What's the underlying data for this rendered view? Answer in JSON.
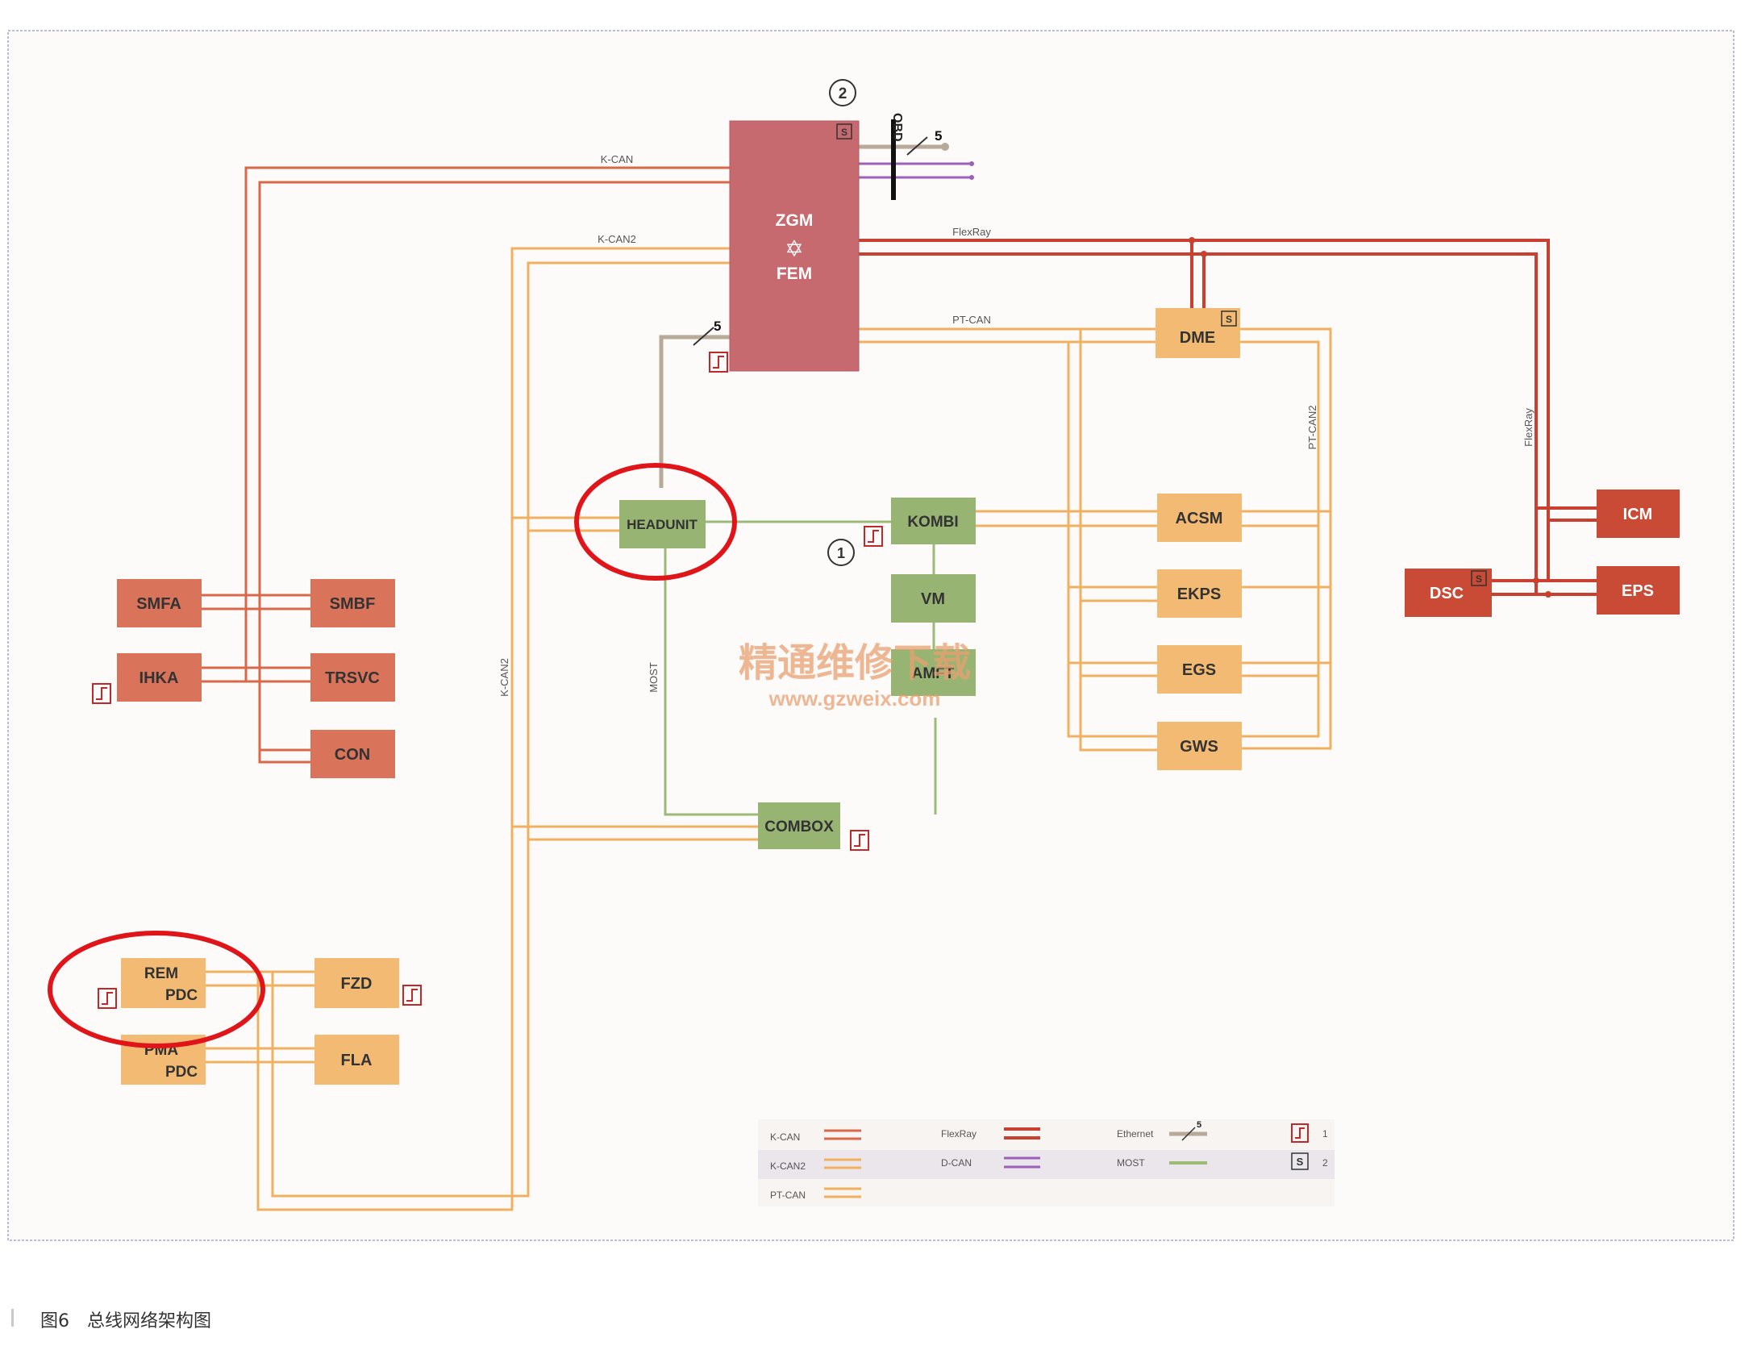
{
  "caption": {
    "figure": "图6",
    "title": "总线网络架构图"
  },
  "watermark": {
    "line1": "精通维修下载",
    "line2": "www.gzweix.com"
  },
  "modules": {
    "zgm": {
      "line1": "ZGM",
      "line2": "FEM"
    },
    "dme": "DME",
    "headunit": "HEADUNIT",
    "kombi": "KOMBI",
    "vm": "VM",
    "amft": "AMFT",
    "combox": "COMBOX",
    "acsm": "ACSM",
    "ekps": "EKPS",
    "egs": "EGS",
    "gws": "GWS",
    "icm": "ICM",
    "dsc": "DSC",
    "eps": "EPS",
    "smfa": "SMFA",
    "smbf": "SMBF",
    "ihka": "IHKA",
    "trsvc": "TRSVC",
    "con": "CON",
    "rem": {
      "line1": "REM",
      "line2": "PDC"
    },
    "pma": {
      "line1": "PMA",
      "line2": "PDC"
    },
    "fzd": "FZD",
    "fla": "FLA"
  },
  "bus_labels": {
    "kcan": "K-CAN",
    "kcan2_top": "K-CAN2",
    "flexray_top": "FlexRay",
    "ptcan_top": "PT-CAN",
    "ptcan2": "PT-CAN2",
    "flexray_right": "FlexRay",
    "kcan2_left": "K-CAN2",
    "most": "MOST",
    "obd": "OBD",
    "ethernet_count_top": "5",
    "ethernet_count_mid": "5"
  },
  "markers": {
    "circle1": "1",
    "circle2": "2",
    "s_symbol": "S"
  },
  "legend": {
    "kcan": "K-CAN",
    "kcan2": "K-CAN2",
    "ptcan": "PT-CAN",
    "flexray": "FlexRay",
    "dcan": "D-CAN",
    "ethernet": "Ethernet",
    "ethernet_count": "5",
    "most": "MOST",
    "num1": "1",
    "num2": "2"
  },
  "colors": {
    "kcan": "#d9684a",
    "kcan2": "#f0b060",
    "ptcan": "#f0b060",
    "flexray": "#c94030",
    "dcan": "#9b60b8",
    "most": "#9cba78",
    "ethernet": "#b8aa98",
    "zgm": "#c76a70",
    "orange_module": "#f3ba73",
    "red_module": "#d9735a",
    "dark_red_module": "#c94a35",
    "green_module": "#98b472",
    "annotation": "#e0151a"
  }
}
